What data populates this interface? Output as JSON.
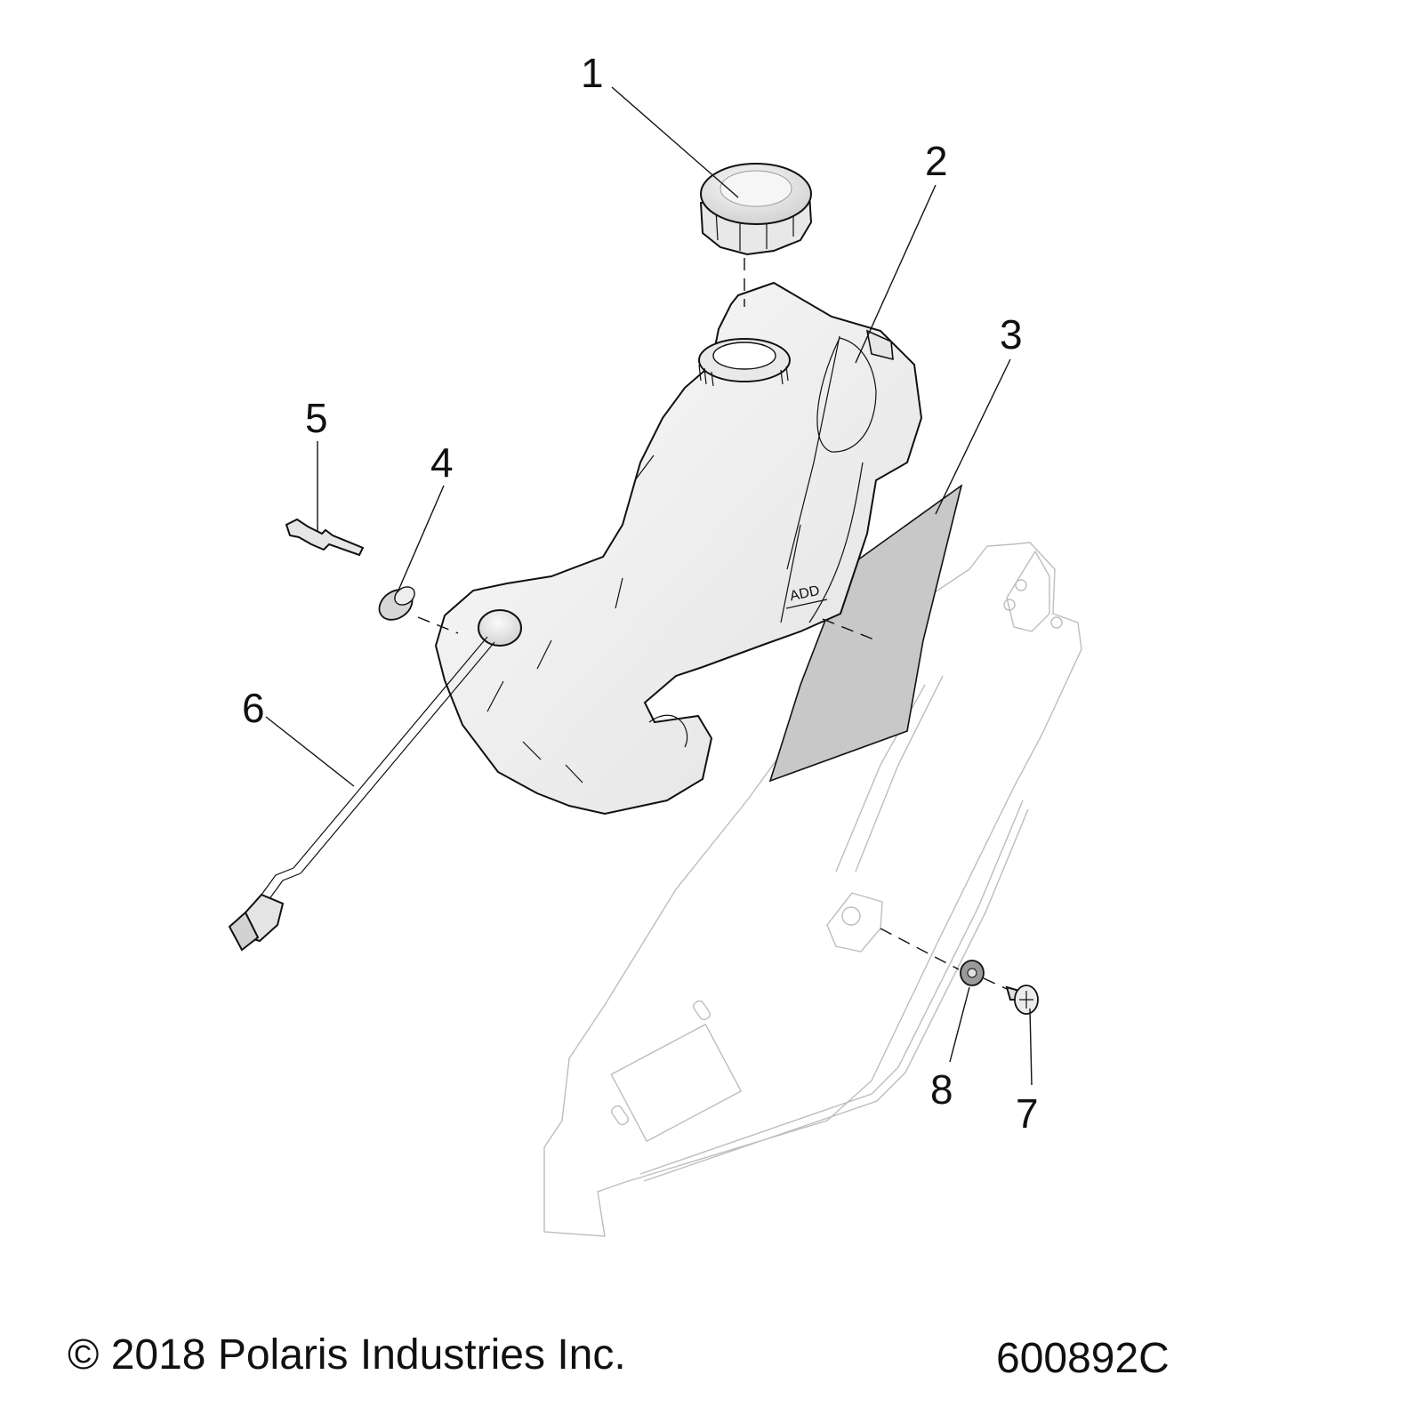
{
  "callouts": [
    "1",
    "2",
    "3",
    "4",
    "5",
    "6",
    "7",
    "8"
  ],
  "tank_marking": "ADD",
  "footer": {
    "copyright": "© 2018 Polaris Industries Inc.",
    "drawing_number": "600892C"
  },
  "colors": {
    "line": "#111111",
    "tank_fill": "#f4f4f4",
    "shield_fill": "#c8c8c8",
    "bracket_line": "#bdbdbd"
  }
}
